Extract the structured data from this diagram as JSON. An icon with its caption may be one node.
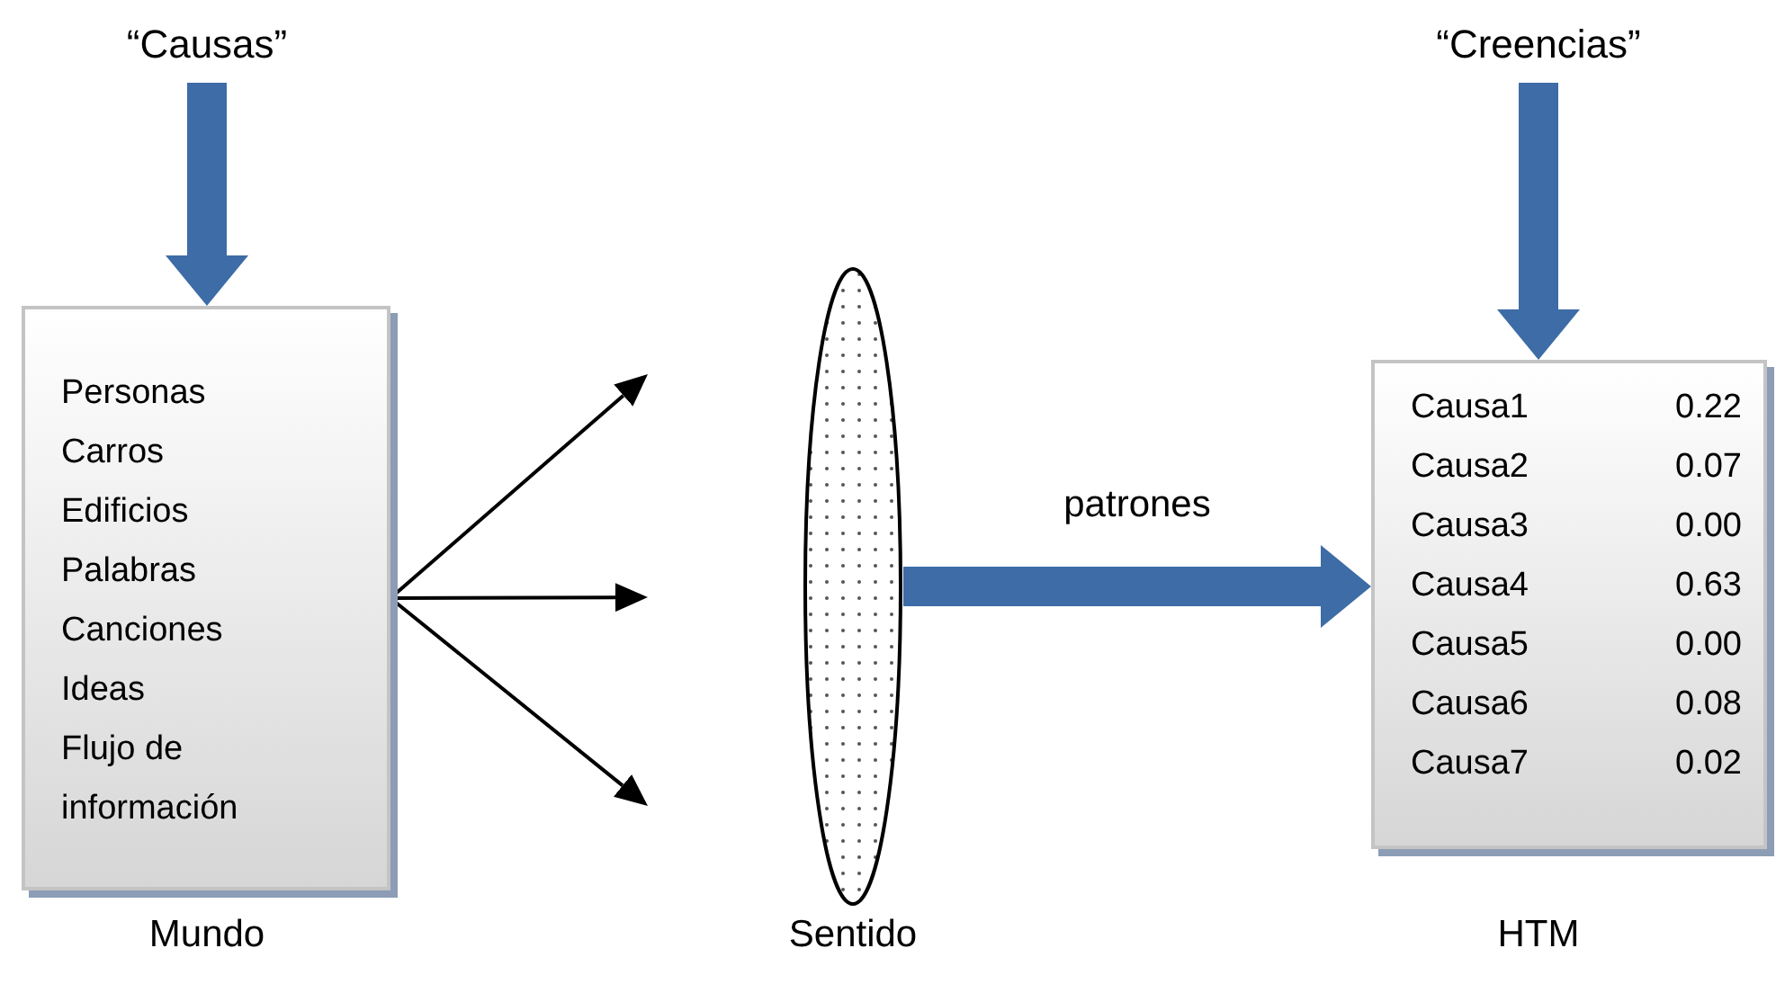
{
  "diagram": {
    "nodes": [
      {
        "text": [
          "“Causas”"
        ]
      },
      {
        "text": [
          "Personas",
          "Carros",
          "Edificios",
          "Palabras",
          "Canciones",
          "Ideas",
          "Flujo de información"
        ],
        "beside": [
          "Mundo"
        ]
      },
      {
        "text": [],
        "shape": "ellipse",
        "beside": [
          "Sentido"
        ]
      },
      {
        "text": [
          "“Creencias”"
        ]
      },
      {
        "text": [
          "Causa1",
          "0.22",
          "Causa2",
          "0.07",
          "Causa3",
          "0.00",
          "Causa4",
          "0.63",
          "Causa5",
          "0.00",
          "Causa6",
          "0.08",
          "Causa7",
          "0.02"
        ],
        "beside": [
          "HTM"
        ]
      }
    ],
    "edges": [
      {
        "from": 0,
        "to": 1,
        "arrow": "to",
        "style": "thick",
        "color": "#3d6ca6"
      },
      {
        "from": 1,
        "to": null,
        "arrow": "to",
        "color": "#000000"
      },
      {
        "from": 1,
        "to": null,
        "arrow": "to",
        "color": "#000000"
      },
      {
        "from": 1,
        "to": null,
        "arrow": "to",
        "color": "#000000"
      },
      {
        "from": 2,
        "to": 4,
        "arrow": "to",
        "label": "patrones",
        "style": "thick",
        "color": "#3d6ca6"
      },
      {
        "from": 3,
        "to": 4,
        "arrow": "to",
        "style": "thick",
        "color": "#3d6ca6"
      }
    ]
  }
}
